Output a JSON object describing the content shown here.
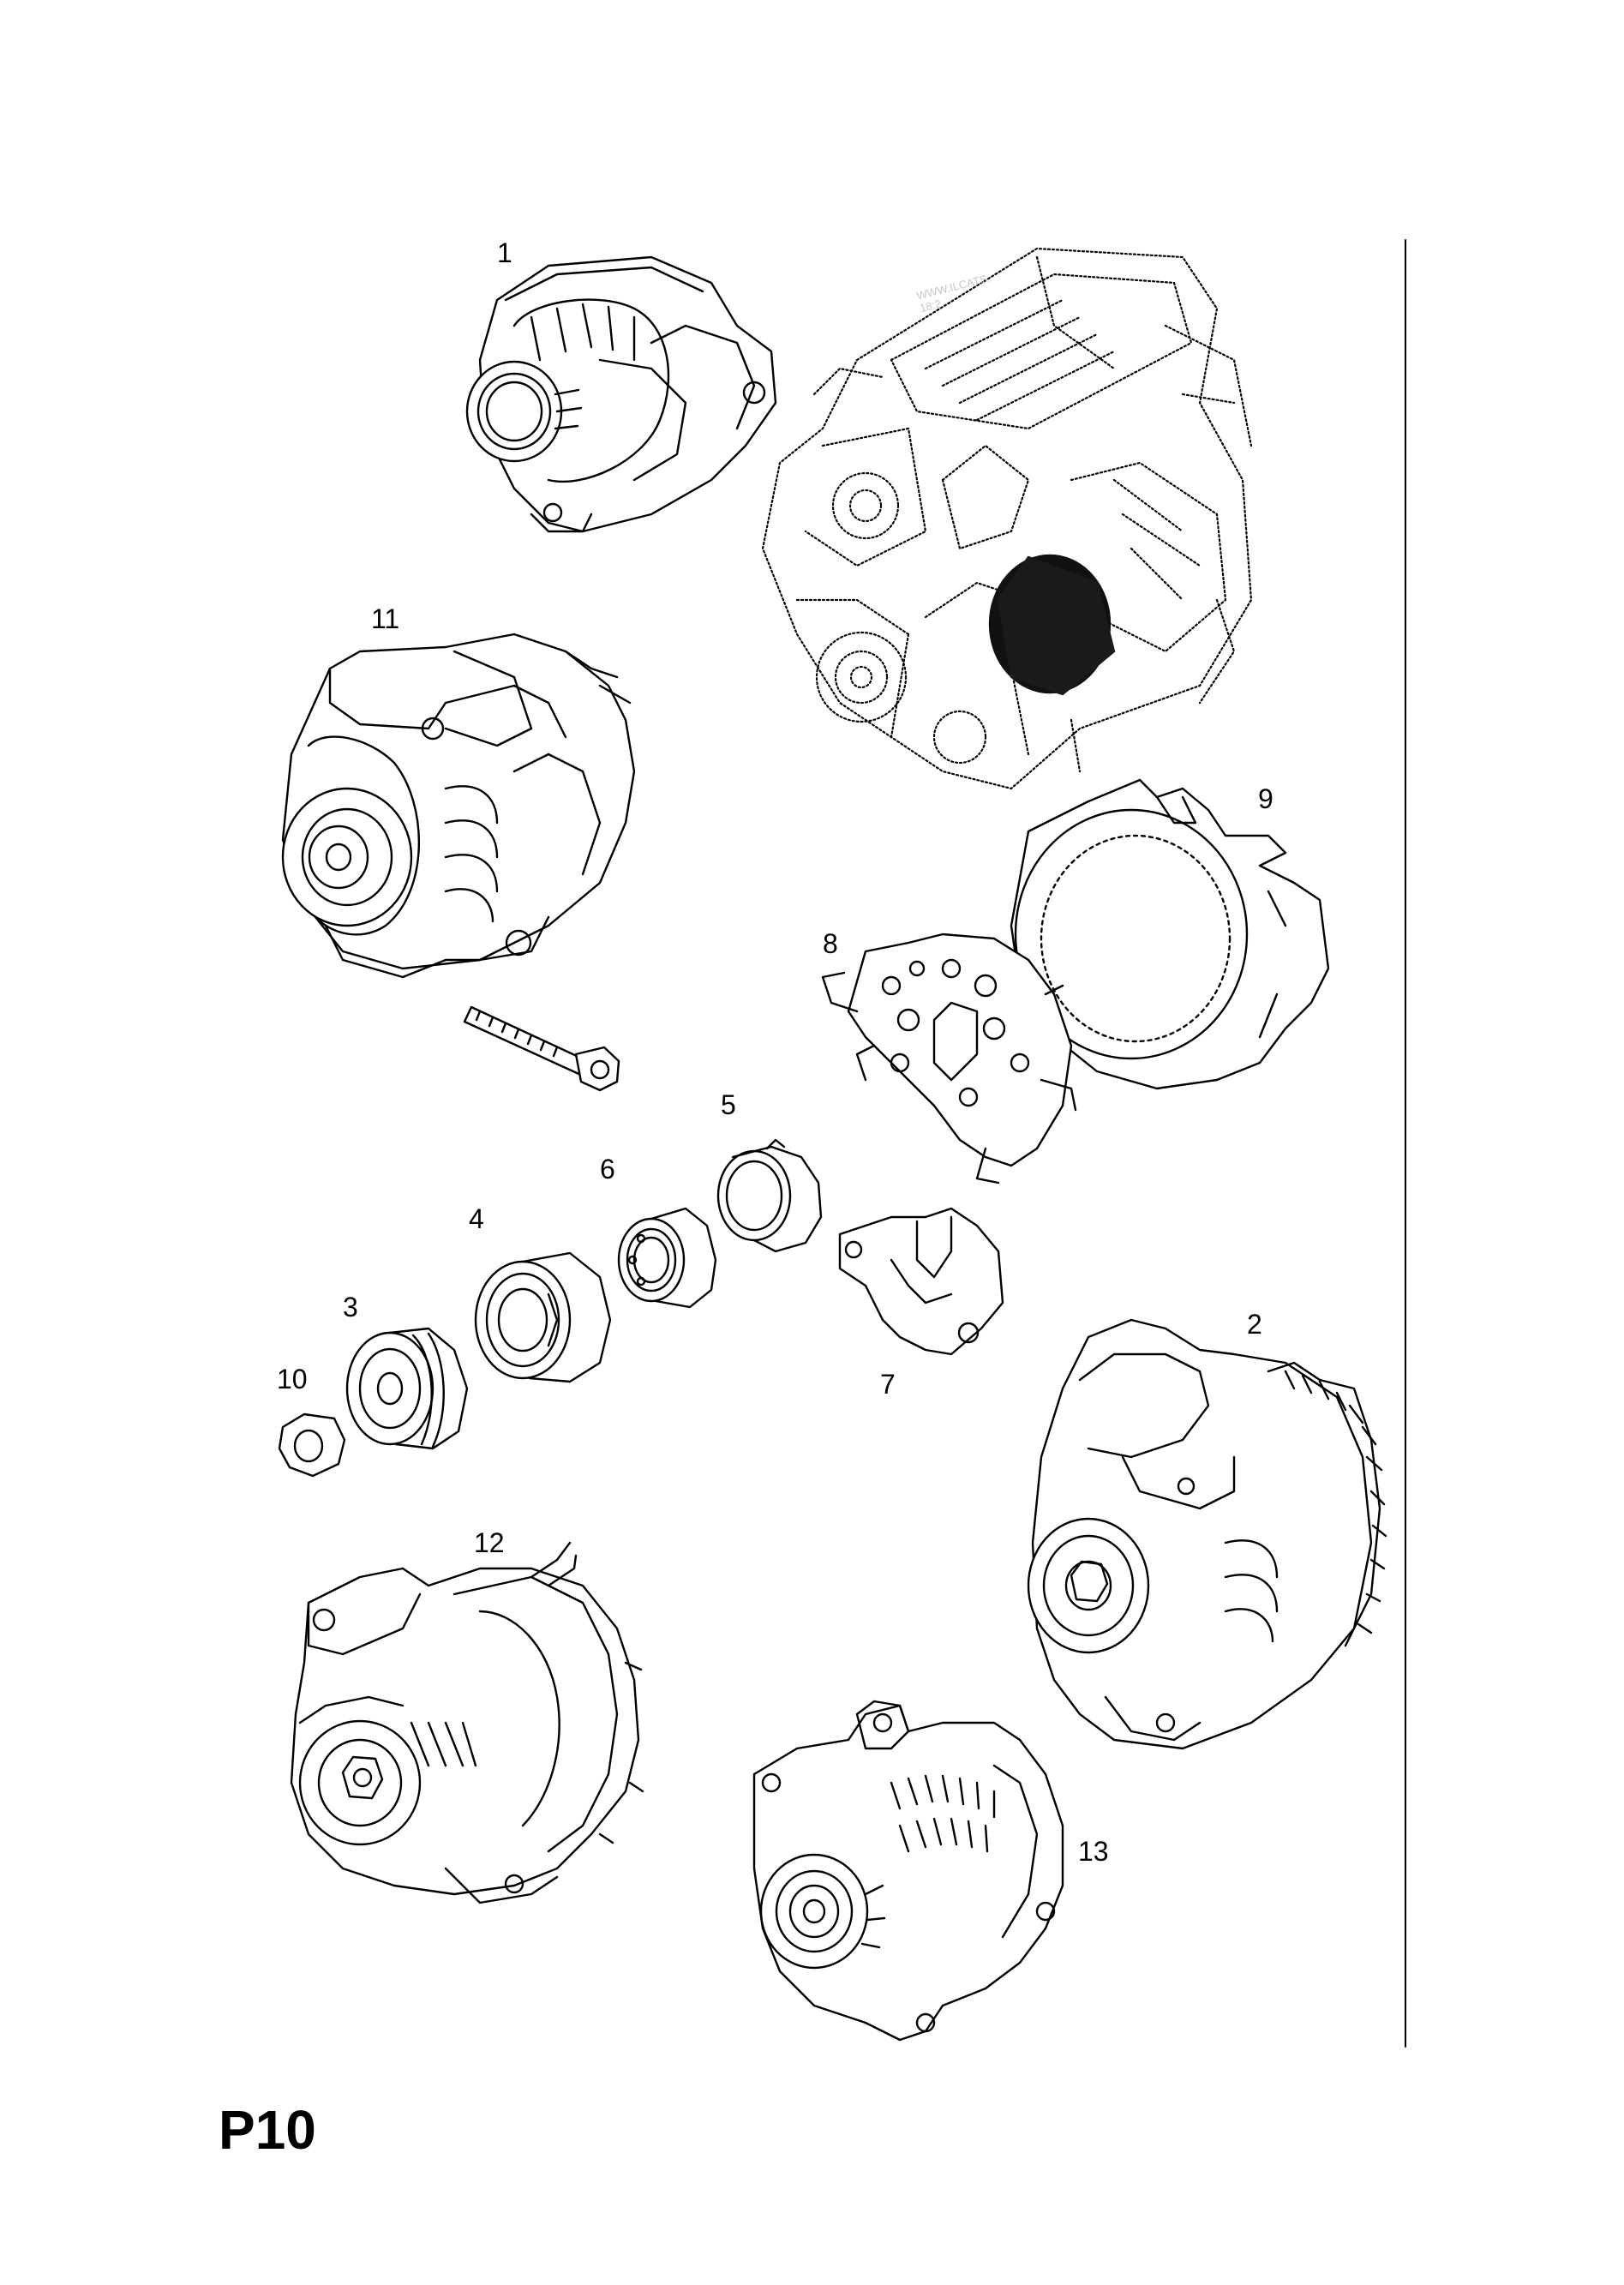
{
  "diagram": {
    "page_code": "P10",
    "watermark": {
      "line1": "WWW.ILCATS.",
      "line2": "18:2"
    },
    "callouts": {
      "c1": "1",
      "c2": "2",
      "c3": "3",
      "c4": "4",
      "c5": "5",
      "c6": "6",
      "c7": "7",
      "c8": "8",
      "c9": "9",
      "c10": "10",
      "c11": "11",
      "c12": "12",
      "c13": "13"
    }
  }
}
